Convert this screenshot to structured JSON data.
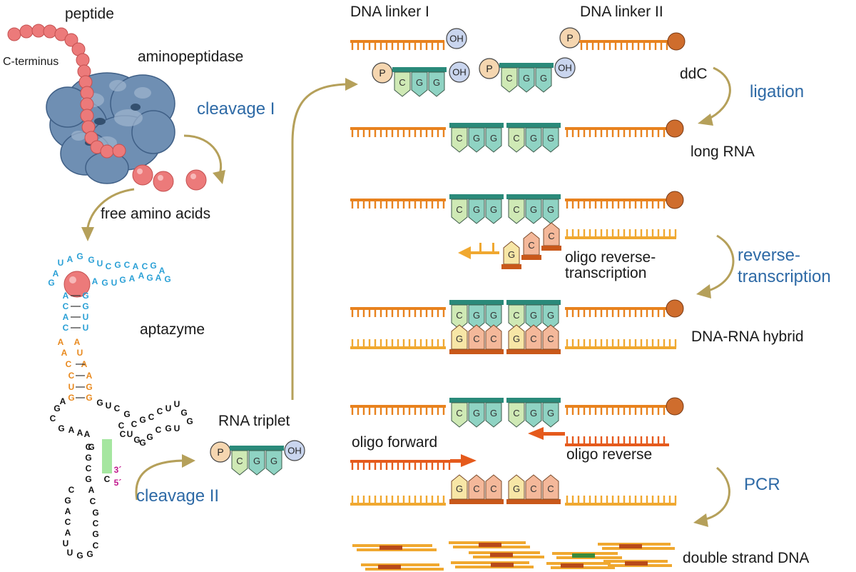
{
  "labels": {
    "peptide": "peptide",
    "c_terminus": "C-terminus",
    "aminopeptidase": "aminopeptidase",
    "cleavage_1": "cleavage I",
    "free_amino_acids": "free amino acids",
    "aptazyme": "aptazyme",
    "rna_triplet": "RNA triplet",
    "cleavage_2": "cleavage II",
    "dna_linker_1": "DNA linker I",
    "dna_linker_2": "DNA linker II",
    "ddc": "ddC",
    "ligation": "ligation",
    "long_rna": "long RNA",
    "oligo_rt": "oligo reverse-\ntranscription",
    "reverse_transcription": "reverse-\ntranscription",
    "dna_rna_hybrid": "DNA-RNA hybrid",
    "oligo_forward": "oligo forward",
    "oligo_reverse": "oligo reverse",
    "pcr": "PCR",
    "double_strand_dna": "double strand DNA"
  },
  "chem": {
    "phosphate": "P",
    "hydroxyl": "OH",
    "prime3": "3´",
    "prime5": "5´"
  },
  "codon": [
    "C",
    "G",
    "G"
  ],
  "complement": [
    "G",
    "C",
    "C"
  ],
  "aptazyme_seq": {
    "loop_top": [
      "U",
      "A",
      "G",
      "G",
      "U",
      "C",
      "G",
      "C",
      "A",
      "C",
      "G",
      "A",
      "G",
      "A",
      "G",
      "A",
      "A",
      "G",
      "U",
      "G",
      "A",
      "A",
      "A",
      "G"
    ],
    "stem_left": [
      "A",
      "C",
      "A",
      "C"
    ],
    "stem_right": [
      "G",
      "G",
      "U",
      "U"
    ],
    "orange": [
      "A",
      "A",
      "C",
      "C",
      "U",
      "G",
      "G",
      "G",
      "A",
      "A",
      "U",
      "A"
    ],
    "junction": [
      "G",
      "A",
      "C",
      "G",
      "A",
      "A",
      "A",
      "G",
      "U",
      "C",
      "G",
      "C",
      "U",
      "G",
      "C",
      "G",
      "C",
      "C",
      "U",
      "U",
      "G",
      "G",
      "U",
      "G",
      "C",
      "G",
      "G",
      "C"
    ],
    "lower": [
      "C",
      "G",
      "C",
      "G",
      "C",
      "G",
      "A",
      "C",
      "A",
      "U",
      "U",
      "G",
      "G",
      "C",
      "G",
      "C",
      "G",
      "C",
      "A",
      "A",
      "A",
      "G",
      "C",
      "G"
    ]
  },
  "colors": {
    "strand_orange": "#e8821e",
    "strand_light_orange": "#f0a830",
    "strand_red_orange": "#e55a1c",
    "dark_orange_base": "#c9581a",
    "teal": "#2a8a7a",
    "green_base": "#cfe9b5",
    "teal_base": "#8fd3c3",
    "salmon_base": "#f4b89a",
    "cream_base": "#f7e6a6",
    "ddc_brown": "#cf6d2d",
    "oh_circle": "#c9d5ee",
    "p_circle": "#f5d6b0",
    "amino_acid": "#ec7a7a",
    "protein": "#6f8fb3",
    "arrow_tan": "#b5a05a",
    "label_blue": "#2e6aa6",
    "seq_blue": "#2aa0d6",
    "seq_orange": "#e8891e",
    "seq_magenta": "#c0158c",
    "highlight_green": "#a5e6a0"
  }
}
